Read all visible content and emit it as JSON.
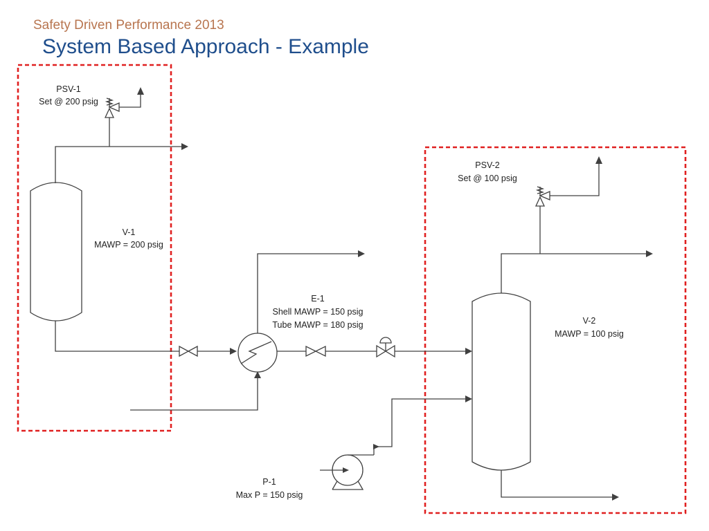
{
  "header": {
    "event_title": "Safety Driven Performance 2013",
    "page_title": "System Based Approach - Example"
  },
  "equipment": {
    "psv1": {
      "tag": "PSV-1",
      "spec": "Set @ 200 psig"
    },
    "v1": {
      "tag": "V-1",
      "spec": "MAWP = 200 psig"
    },
    "e1": {
      "tag": "E-1",
      "spec_shell": "Shell MAWP = 150 psig",
      "spec_tube": "Tube MAWP = 180 psig"
    },
    "psv2": {
      "tag": "PSV-2",
      "spec": "Set @ 100 psig"
    },
    "v2": {
      "tag": "V-2",
      "spec": "MAWP = 100 psig"
    },
    "p1": {
      "tag": "P-1",
      "spec": "Max P = 150 psig"
    }
  },
  "colors": {
    "boundary": "#e02020",
    "pipe": "#404040",
    "event_title": "#b8754f",
    "page_title": "#1f4e8c"
  }
}
